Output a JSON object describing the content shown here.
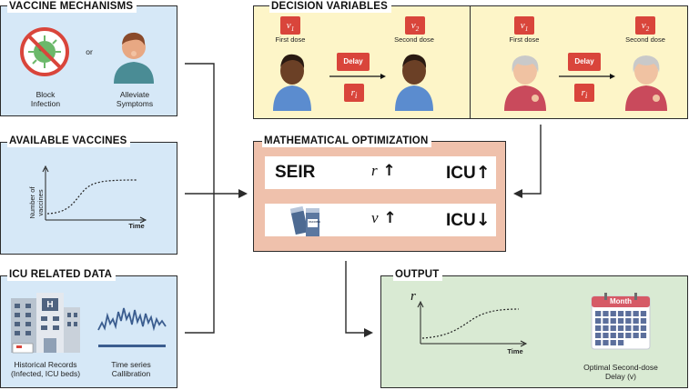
{
  "vaccine_mechanisms": {
    "title": "VACCINE MECHANISMS",
    "or": "or",
    "left_caption": [
      "Block",
      "Infection"
    ],
    "right_caption": [
      "Alleviate",
      "Symptoms"
    ]
  },
  "available_vaccines": {
    "title": "AVAILABLE VACCINES",
    "ylabel": [
      "Number of",
      "vaccines"
    ],
    "xlabel": "Time"
  },
  "icu_data": {
    "title": "ICU RELATED DATA",
    "hospital_sign": "H",
    "left_caption": [
      "Historical Records",
      "(Infected, ICU beds)"
    ],
    "right_caption": [
      "Time series",
      "Callibration"
    ]
  },
  "decision_variables": {
    "title": "DECISION VARIABLES",
    "v1": "v",
    "v1_sub": "1",
    "v2": "v",
    "v2_sub": "2",
    "first_dose": "First dose",
    "second_dose": "Second dose",
    "delay": "Delay",
    "r": "r",
    "r_sub": "i"
  },
  "optimization": {
    "title": "MATHEMATICAL OPTIMIZATION",
    "row1_left": "SEIR",
    "row1_mid": "r",
    "row1_right": "ICU",
    "row2_mid": "v",
    "row2_right": "ICU",
    "vial_label": "VACCINE"
  },
  "output": {
    "title": "OUTPUT",
    "ylabel": "r",
    "xlabel": "Time",
    "calendar_header": "Month",
    "caption": [
      "Optimal Second-dose",
      "Delay (v)"
    ]
  },
  "colors": {
    "accent_red": "#d9453b",
    "panel_blue": "#d6e8f7",
    "panel_yellow": "#fdf5c8",
    "panel_pink": "#efc1ac",
    "panel_green": "#d9ead3",
    "calendar_blue": "#5c6f9c",
    "calendar_header": "#d65a66"
  }
}
